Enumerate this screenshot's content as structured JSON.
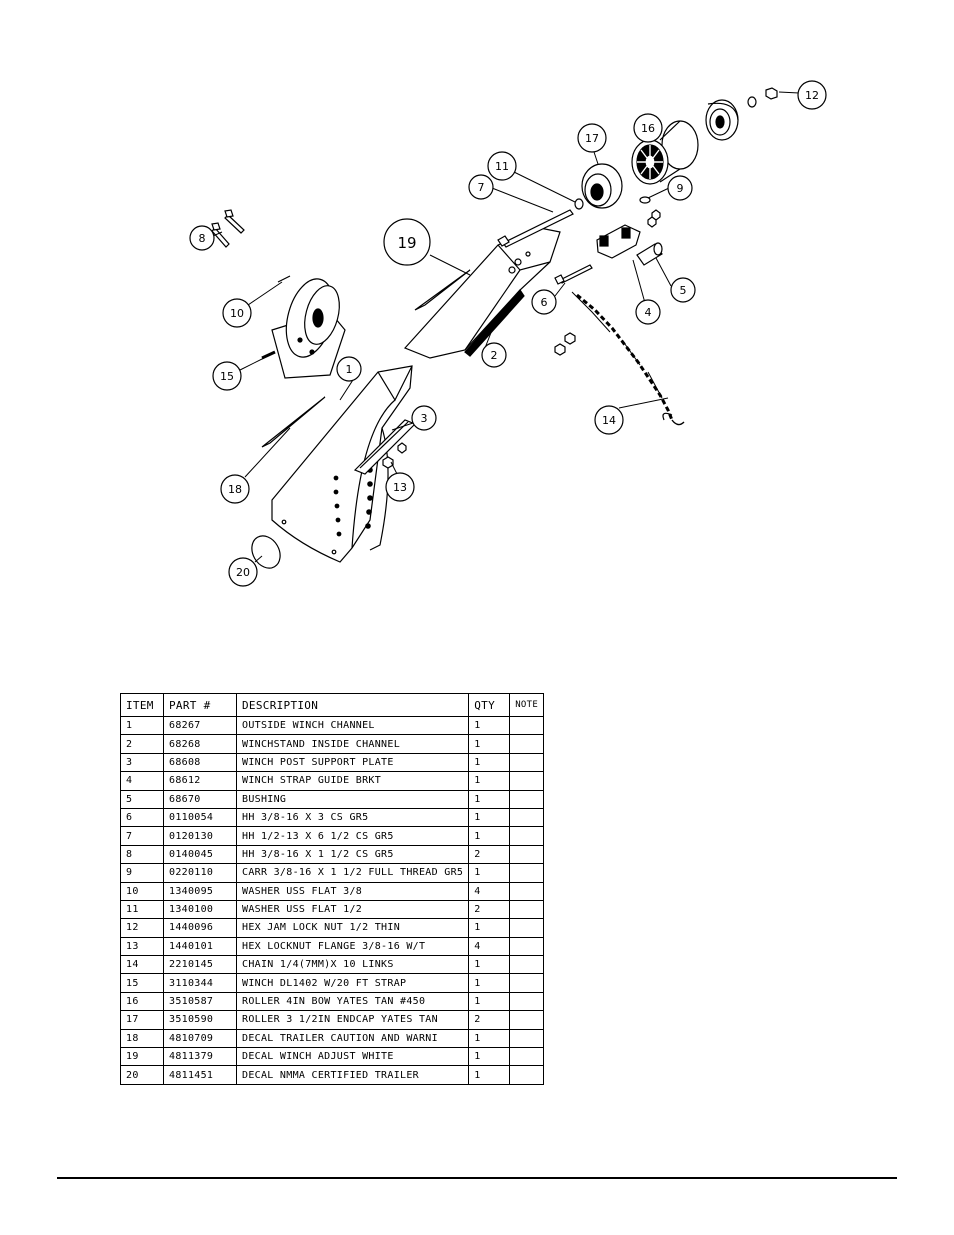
{
  "callouts": [
    "1",
    "2",
    "3",
    "4",
    "5",
    "6",
    "7",
    "8",
    "9",
    "10",
    "11",
    "12",
    "13",
    "14",
    "15",
    "16",
    "17",
    "18",
    "19",
    "20"
  ],
  "table": {
    "headers": [
      "ITEM",
      "PART #",
      "DESCRIPTION",
      "QTY",
      "NOTE"
    ],
    "rows": [
      [
        "1",
        "68267",
        "OUTSIDE WINCH CHANNEL",
        "1",
        ""
      ],
      [
        "2",
        "68268",
        "WINCHSTAND   INSIDE CHANNEL",
        "1",
        ""
      ],
      [
        "3",
        "68608",
        "WINCH POST SUPPORT PLATE",
        "1",
        ""
      ],
      [
        "4",
        "68612",
        "WINCH STRAP GUIDE BRKT",
        "1",
        ""
      ],
      [
        "5",
        "68670",
        "BUSHING",
        "1",
        ""
      ],
      [
        "6",
        "0110054",
        "HH 3/8-16 X 3 CS GR5",
        "1",
        ""
      ],
      [
        "7",
        "0120130",
        "HH 1/2-13 X 6 1/2 CS GR5",
        "1",
        ""
      ],
      [
        "8",
        "0140045",
        "HH 3/8-16 X 1 1/2 CS GR5",
        "2",
        ""
      ],
      [
        "9",
        "0220110",
        "CARR 3/8-16 X 1 1/2 FULL THREAD GR5",
        "1",
        ""
      ],
      [
        "10",
        "1340095",
        "WASHER USS FLAT 3/8",
        "4",
        ""
      ],
      [
        "11",
        "1340100",
        "WASHER USS FLAT 1/2",
        "2",
        ""
      ],
      [
        "12",
        "1440096",
        "HEX JAM LOCK NUT 1/2 THIN",
        "1",
        ""
      ],
      [
        "13",
        "1440101",
        "HEX LOCKNUT FLANGE 3/8-16 W/T",
        "4",
        ""
      ],
      [
        "14",
        "2210145",
        "CHAIN 1/4(7MM)X 10 LINKS",
        "1",
        ""
      ],
      [
        "15",
        "3110344",
        "WINCH DL1402 W/20 FT STRAP",
        "1",
        ""
      ],
      [
        "16",
        "3510587",
        "ROLLER 4IN BOW YATES TAN #450",
        "1",
        ""
      ],
      [
        "17",
        "3510590",
        "ROLLER 3 1/2IN ENDCAP YATES TAN",
        "2",
        ""
      ],
      [
        "18",
        "4810709",
        "DECAL TRAILER CAUTION AND WARNI",
        "1",
        ""
      ],
      [
        "19",
        "4811379",
        "DECAL WINCH ADJUST WHITE",
        "1",
        ""
      ],
      [
        "20",
        "4811451",
        "DECAL NMMA CERTIFIED TRAILER",
        "1",
        ""
      ]
    ]
  }
}
